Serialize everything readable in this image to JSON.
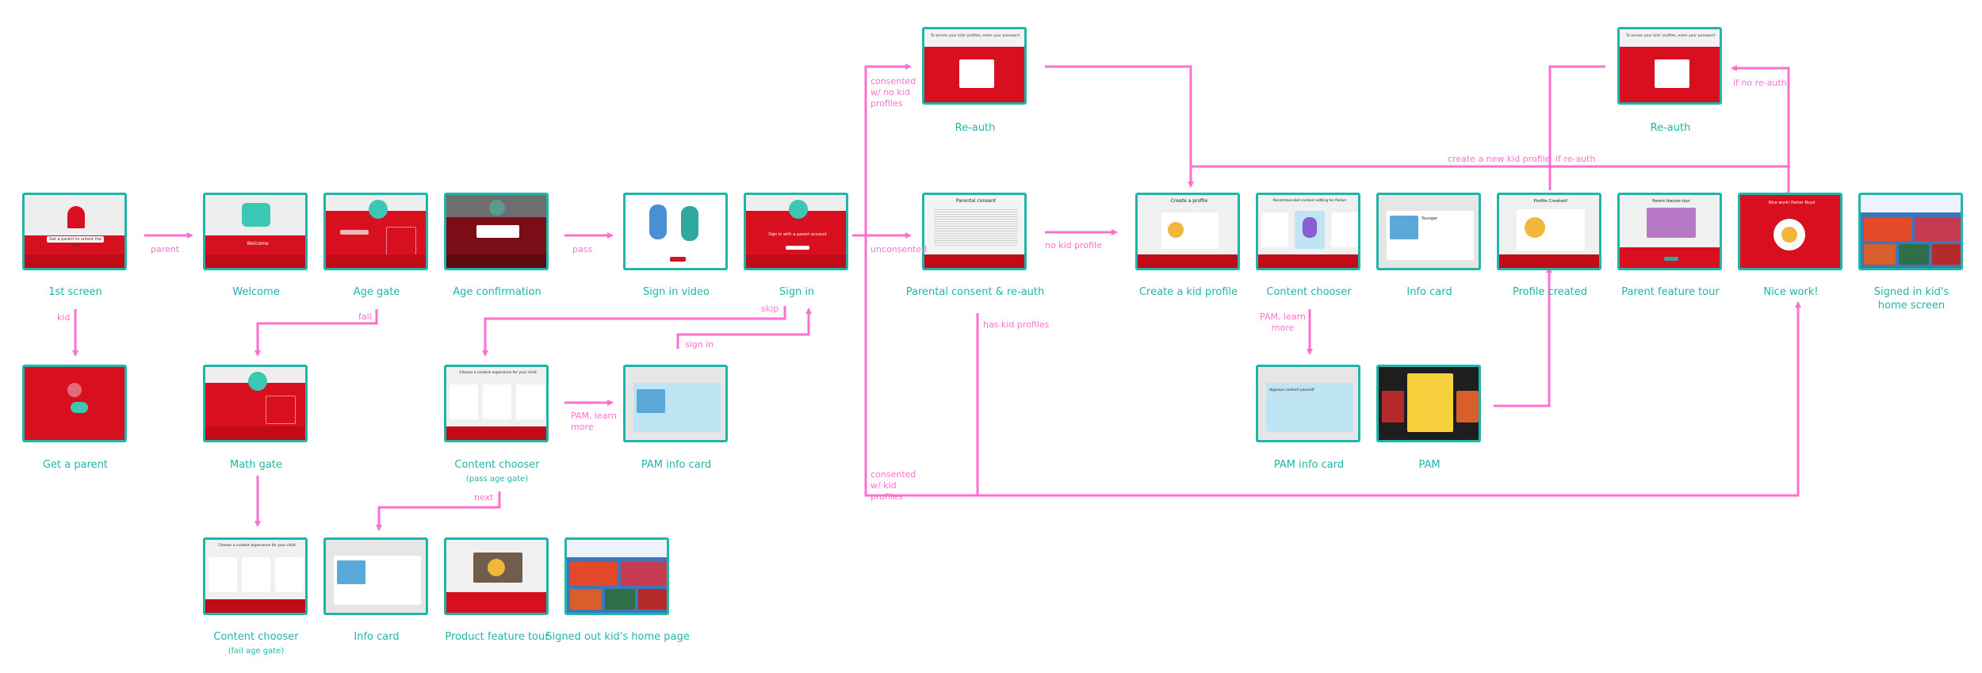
{
  "screens": {
    "first_screen": {
      "label": "1st screen"
    },
    "welcome": {
      "label": "Welcome"
    },
    "age_gate": {
      "label": "Age gate"
    },
    "age_confirmation": {
      "label": "Age confirmation"
    },
    "sign_in_video": {
      "label": "Sign in video"
    },
    "sign_in": {
      "label": "Sign in"
    },
    "re_auth_1": {
      "label": "Re-auth"
    },
    "parental_consent": {
      "label": "Parental consent & re-auth"
    },
    "create_kid_profile": {
      "label": "Create a kid profile"
    },
    "content_chooser_main": {
      "label": "Content chooser"
    },
    "info_card_main": {
      "label": "Info card"
    },
    "profile_created": {
      "label": "Profile created"
    },
    "parent_feature_tour": {
      "label": "Parent feature tour"
    },
    "nice_work": {
      "label": "Nice work!"
    },
    "signed_in_home": {
      "label": "Signed in kid's home screen"
    },
    "re_auth_2": {
      "label": "Re-auth"
    },
    "get_a_parent": {
      "label": "Get a parent"
    },
    "math_gate": {
      "label": "Math gate"
    },
    "content_chooser_pass": {
      "label": "Content chooser",
      "sub": "(pass age gate)"
    },
    "pam_info_card_left": {
      "label": "PAM info card"
    },
    "pam_info_card_right": {
      "label": "PAM info card"
    },
    "pam": {
      "label": "PAM"
    },
    "content_chooser_fail": {
      "label": "Content chooser",
      "sub": "(fail age gate)"
    },
    "info_card_bottom": {
      "label": "Info card"
    },
    "product_feature_tour": {
      "label": "Product feature tour"
    },
    "signed_out_home": {
      "label": "Signed out kid's home page"
    }
  },
  "screen_text": {
    "first_screen": "Get a parent to unlock the app",
    "welcome": "Welcome",
    "sign_in": "Sign in with a parent account",
    "re_auth": "To access your kids' profiles, enter your password",
    "parental_consent": "Parental consent",
    "create_profile": "Create a profile",
    "content_chooser": "Recommended content setting for Parker",
    "profile_created": "Profile Created!",
    "parent_tour": "Parent feature tour",
    "nice_work": "Nice work! Parker Boyd",
    "content_chooser_left": "Choose a content experience for your child",
    "info_card": "Younger",
    "pam": "Approve content yourself"
  },
  "edges": {
    "parent": "parent",
    "kid": "kid",
    "fail": "fail",
    "pass": "pass",
    "skip": "skip",
    "sign_in": "sign in",
    "pam_learn_more_left": "PAM, learn more",
    "next": "next",
    "consented_no_kid": "consented w/ no kid profiles",
    "unconsented": "unconsented",
    "has_kid_profiles": "has kid profiles",
    "consented_kid": "consented w/ kid profiles",
    "no_kid_profile": "no kid profile",
    "pam_learn_more_right": "PAM, learn more",
    "create_new": "create a new kid profile",
    "if_re_auth": "if re-auth",
    "if_no_re_auth": "if no re-auth"
  },
  "colors": {
    "accent": "#1fb5a9",
    "arrow": "#ff6fd0",
    "screen_red": "#d80f1f"
  }
}
